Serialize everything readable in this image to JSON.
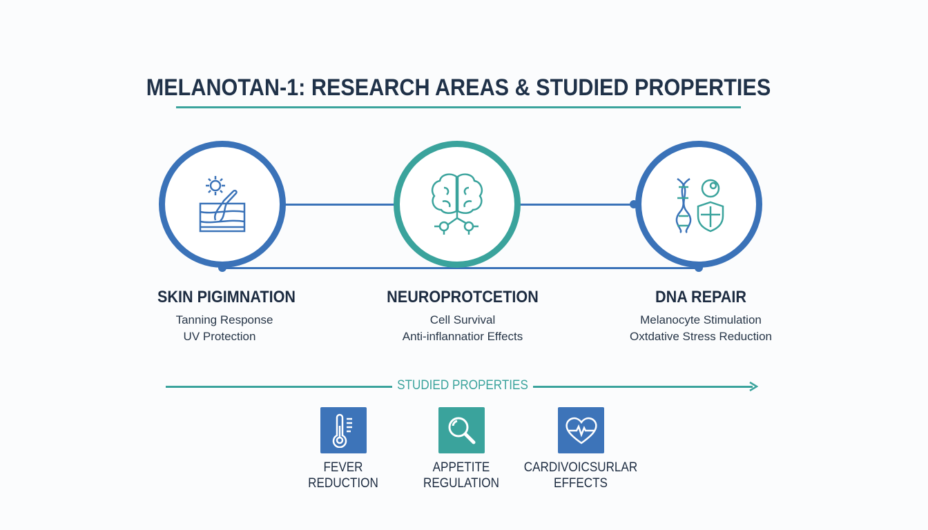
{
  "title": "MELANOTAN-1: RESEARCH AREAS & STUDIED PROPERTIES",
  "areas": [
    {
      "heading": "SKIN PIGIMNATION",
      "lines": [
        "Tanning Response",
        "UV Protection"
      ],
      "icon": "skin-sun-icon",
      "color": "#3a72b8"
    },
    {
      "heading": "NEUROPROTCETION",
      "lines": [
        "Cell Survival",
        "Anti-inflannatior Effects"
      ],
      "icon": "brain-icon",
      "color": "#3aa39c"
    },
    {
      "heading": "DNA REPAIR",
      "lines": [
        "Melanocyte Stimulation",
        "Oxtdative Stress Reduction"
      ],
      "icon": "dna-shield-icon",
      "color": "#3a72b8"
    }
  ],
  "studied": {
    "label": "STUDIED PROPERTIES",
    "items": [
      {
        "line1": "FEVER",
        "line2": "REDUCTION",
        "icon": "thermometer-icon",
        "color": "#3d74b9"
      },
      {
        "line1": "APPETITE",
        "line2": "REGULATION",
        "icon": "magnifier-icon",
        "color": "#3aa39c"
      },
      {
        "line1": "CARDIVOICSURLAR",
        "line2": "EFFECTS",
        "icon": "heart-pulse-icon",
        "color": "#3d74b9"
      }
    ]
  }
}
